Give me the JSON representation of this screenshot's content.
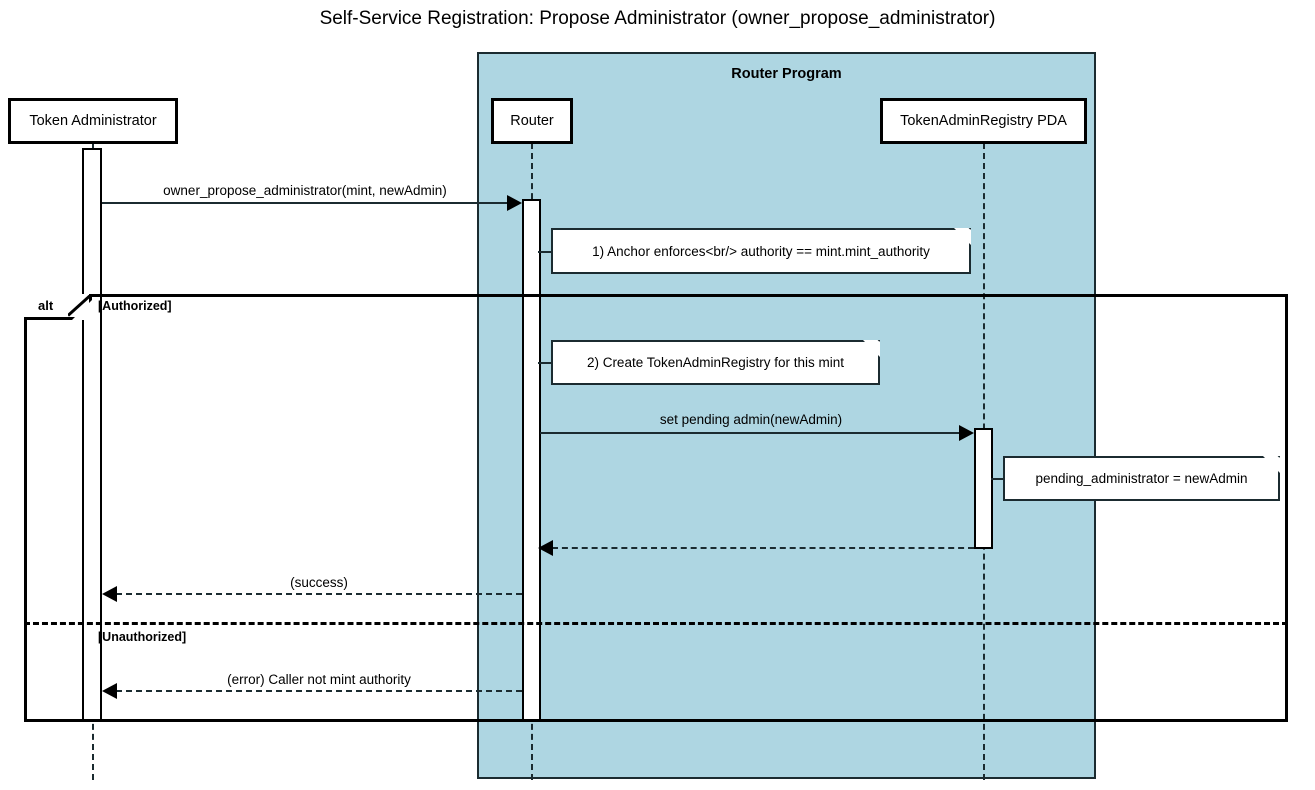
{
  "title": "Self-Service Registration: Propose Administrator (owner_propose_administrator)",
  "colors": {
    "group_fill": "#aed6e2",
    "stroke": "#1b2b30",
    "note_fill": "#ffffff",
    "background": "#ffffff"
  },
  "group": {
    "label": "Router Program"
  },
  "participants": [
    {
      "id": "token-administrator",
      "label": "Token Administrator"
    },
    {
      "id": "router",
      "label": "Router"
    },
    {
      "id": "token-admin-registry-pda",
      "label": "TokenAdminRegistry PDA"
    }
  ],
  "messages": [
    {
      "id": "m1",
      "label": "owner_propose_administrator(mint, newAdmin)",
      "from": "token-administrator",
      "to": "router",
      "style": "solid",
      "direction": "right"
    },
    {
      "id": "m2",
      "label": "set pending admin(newAdmin)",
      "from": "router",
      "to": "token-admin-registry-pda",
      "style": "solid",
      "direction": "right"
    },
    {
      "id": "m3",
      "label": "",
      "from": "token-admin-registry-pda",
      "to": "router",
      "style": "dashed",
      "direction": "left"
    },
    {
      "id": "m4",
      "label": "(success)",
      "from": "router",
      "to": "token-administrator",
      "style": "dashed",
      "direction": "left"
    },
    {
      "id": "m5",
      "label": "(error) Caller not mint authority",
      "from": "router",
      "to": "token-administrator",
      "style": "dashed",
      "direction": "left"
    }
  ],
  "notes": [
    {
      "id": "note-1",
      "text": "1) Anchor enforces<br/> authority == mint.mint_authority",
      "attached_to": "router"
    },
    {
      "id": "note-2",
      "text": "2) Create TokenAdminRegistry for this mint",
      "attached_to": "router"
    },
    {
      "id": "note-3",
      "text": "pending_administrator = newAdmin",
      "attached_to": "token-admin-registry-pda"
    }
  ],
  "fragment": {
    "type": "alt",
    "tab_label": "alt",
    "conditions": [
      {
        "id": "cond-authorized",
        "label": "[Authorized]"
      },
      {
        "id": "cond-unauthorized",
        "label": "[Unauthorized]"
      }
    ]
  }
}
